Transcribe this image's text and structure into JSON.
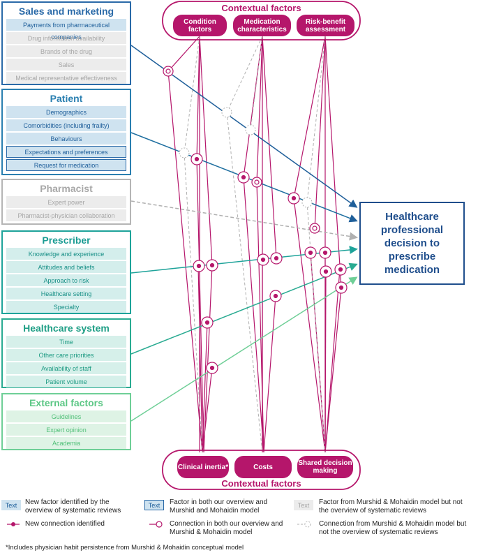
{
  "groups": {
    "sales": {
      "title": "Sales and marketing",
      "items": [
        "Payments from pharmaceutical companies",
        "Drug information availability",
        "Brands of the drug",
        "Sales",
        "Medical representative effectiveness"
      ]
    },
    "patient": {
      "title": "Patient",
      "items": [
        "Demographics",
        "Comorbidities (including frailty)",
        "Behaviours",
        "Expectations and preferences",
        "Request for medication"
      ]
    },
    "pharmacist": {
      "title": "Pharmacist",
      "items": [
        "Expert power",
        "Pharmacist-physician collaboration"
      ]
    },
    "prescriber": {
      "title": "Prescriber",
      "items": [
        "Knowledge and experience",
        "Attitudes and beliefs",
        "Approach to risk",
        "Healthcare setting",
        "Specialty"
      ]
    },
    "healthcare_system": {
      "title": "Healthcare system",
      "items": [
        "Time",
        "Other care priorities",
        "Availability of staff",
        "Patient volume"
      ]
    },
    "external": {
      "title": "External factors",
      "items": [
        "Guidelines",
        "Expert opinion",
        "Academia"
      ]
    }
  },
  "contextual_top": {
    "title": "Contextual factors",
    "pills": [
      "Condition factors",
      "Medication characteristics",
      "Risk-benefit assessment"
    ]
  },
  "contextual_bottom": {
    "title": "Contextual factors",
    "pills": [
      "Clinical inertia*",
      "Costs",
      "Shared decision making"
    ]
  },
  "decision": "Healthcare professional decision to prescribe medication",
  "legend": {
    "box_text": "Text",
    "new_factor": "New factor identified by the overview of systematic reviews",
    "both_factor": "Factor in both our overview and Murshid and Mohaidin model",
    "murshid_factor": "Factor from Murshid & Mohaidin model but not  the overview of systematic reviews",
    "new_connection": "New connection identified",
    "both_connection": "Connection in both our overview and Murshid & Mohaidin model",
    "murshid_connection": "Connection from Murshid & Mohaidin model but not the overview of systematic reviews"
  },
  "footnote": "*Includes physician habit persistence from Murshid & Mohaidin conceptual model",
  "colors": {
    "magenta": "#b5166b",
    "navy": "#1f4e8c",
    "blue": "#2a6aa8",
    "grey": "#b5b5b5",
    "teal": "#1ea39a",
    "green": "#6fcf97"
  }
}
